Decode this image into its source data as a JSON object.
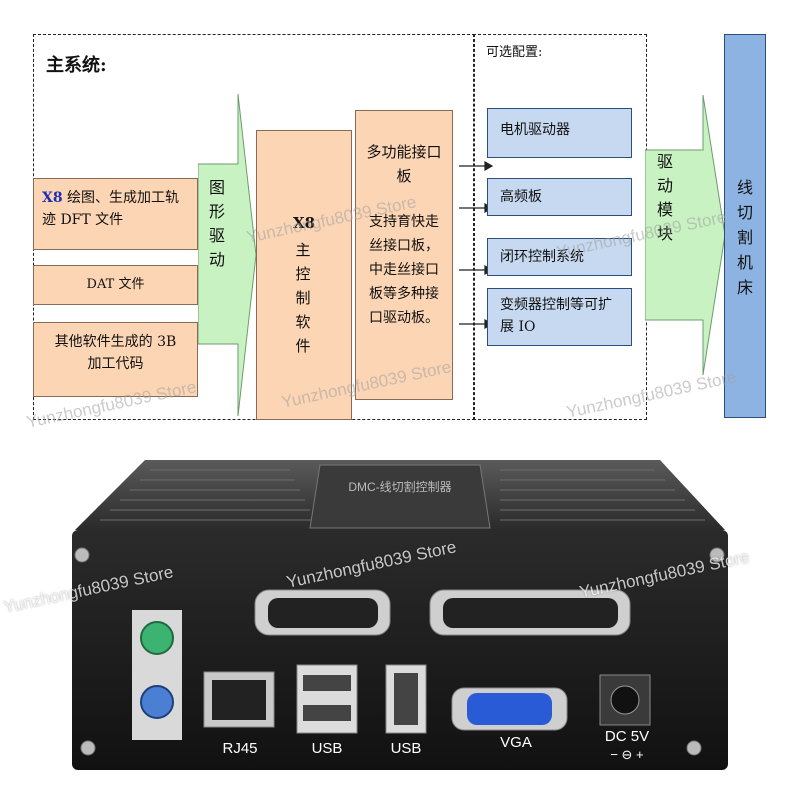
{
  "diagram": {
    "main_title": "主系统:",
    "optional_title": "可选配置:",
    "inputs": {
      "x8_prefix": "X8",
      "x8_rest": " 绘图、生成加工轨迹 DFT 文件",
      "dat": "DAT 文件",
      "other": "其他软件生成的 3B 加工代码"
    },
    "graphics_driver": "图形驱动",
    "main_software_prefix": "X8",
    "main_software": "主控制软件",
    "interface_board_title": "多功能接口板",
    "interface_board_body": "支持育快走丝接口板，中走丝接口板等多种接口驱动板。",
    "options": [
      "电机驱动器",
      "高频板",
      "闭环控制系统",
      "变频器控制等可扩展 IO"
    ],
    "drive_module": "驱动模块",
    "machine": "线切割机床"
  },
  "device": {
    "label_rj45": "RJ45",
    "label_usb1": "USB",
    "label_usb2": "USB",
    "label_vga": "VGA",
    "label_dc": "DC 5V",
    "label_dc_polarity": "− ⊖ +",
    "front_plate_text": "DMC-线切割控制器"
  },
  "watermark": "Yunzhongfu8039 Store",
  "colors": {
    "orange_box": "#fcd5b4",
    "blue_box": "#c6d9f0",
    "green_arrow": "#c9f2c2",
    "machine_bar": "#8db3e2"
  }
}
